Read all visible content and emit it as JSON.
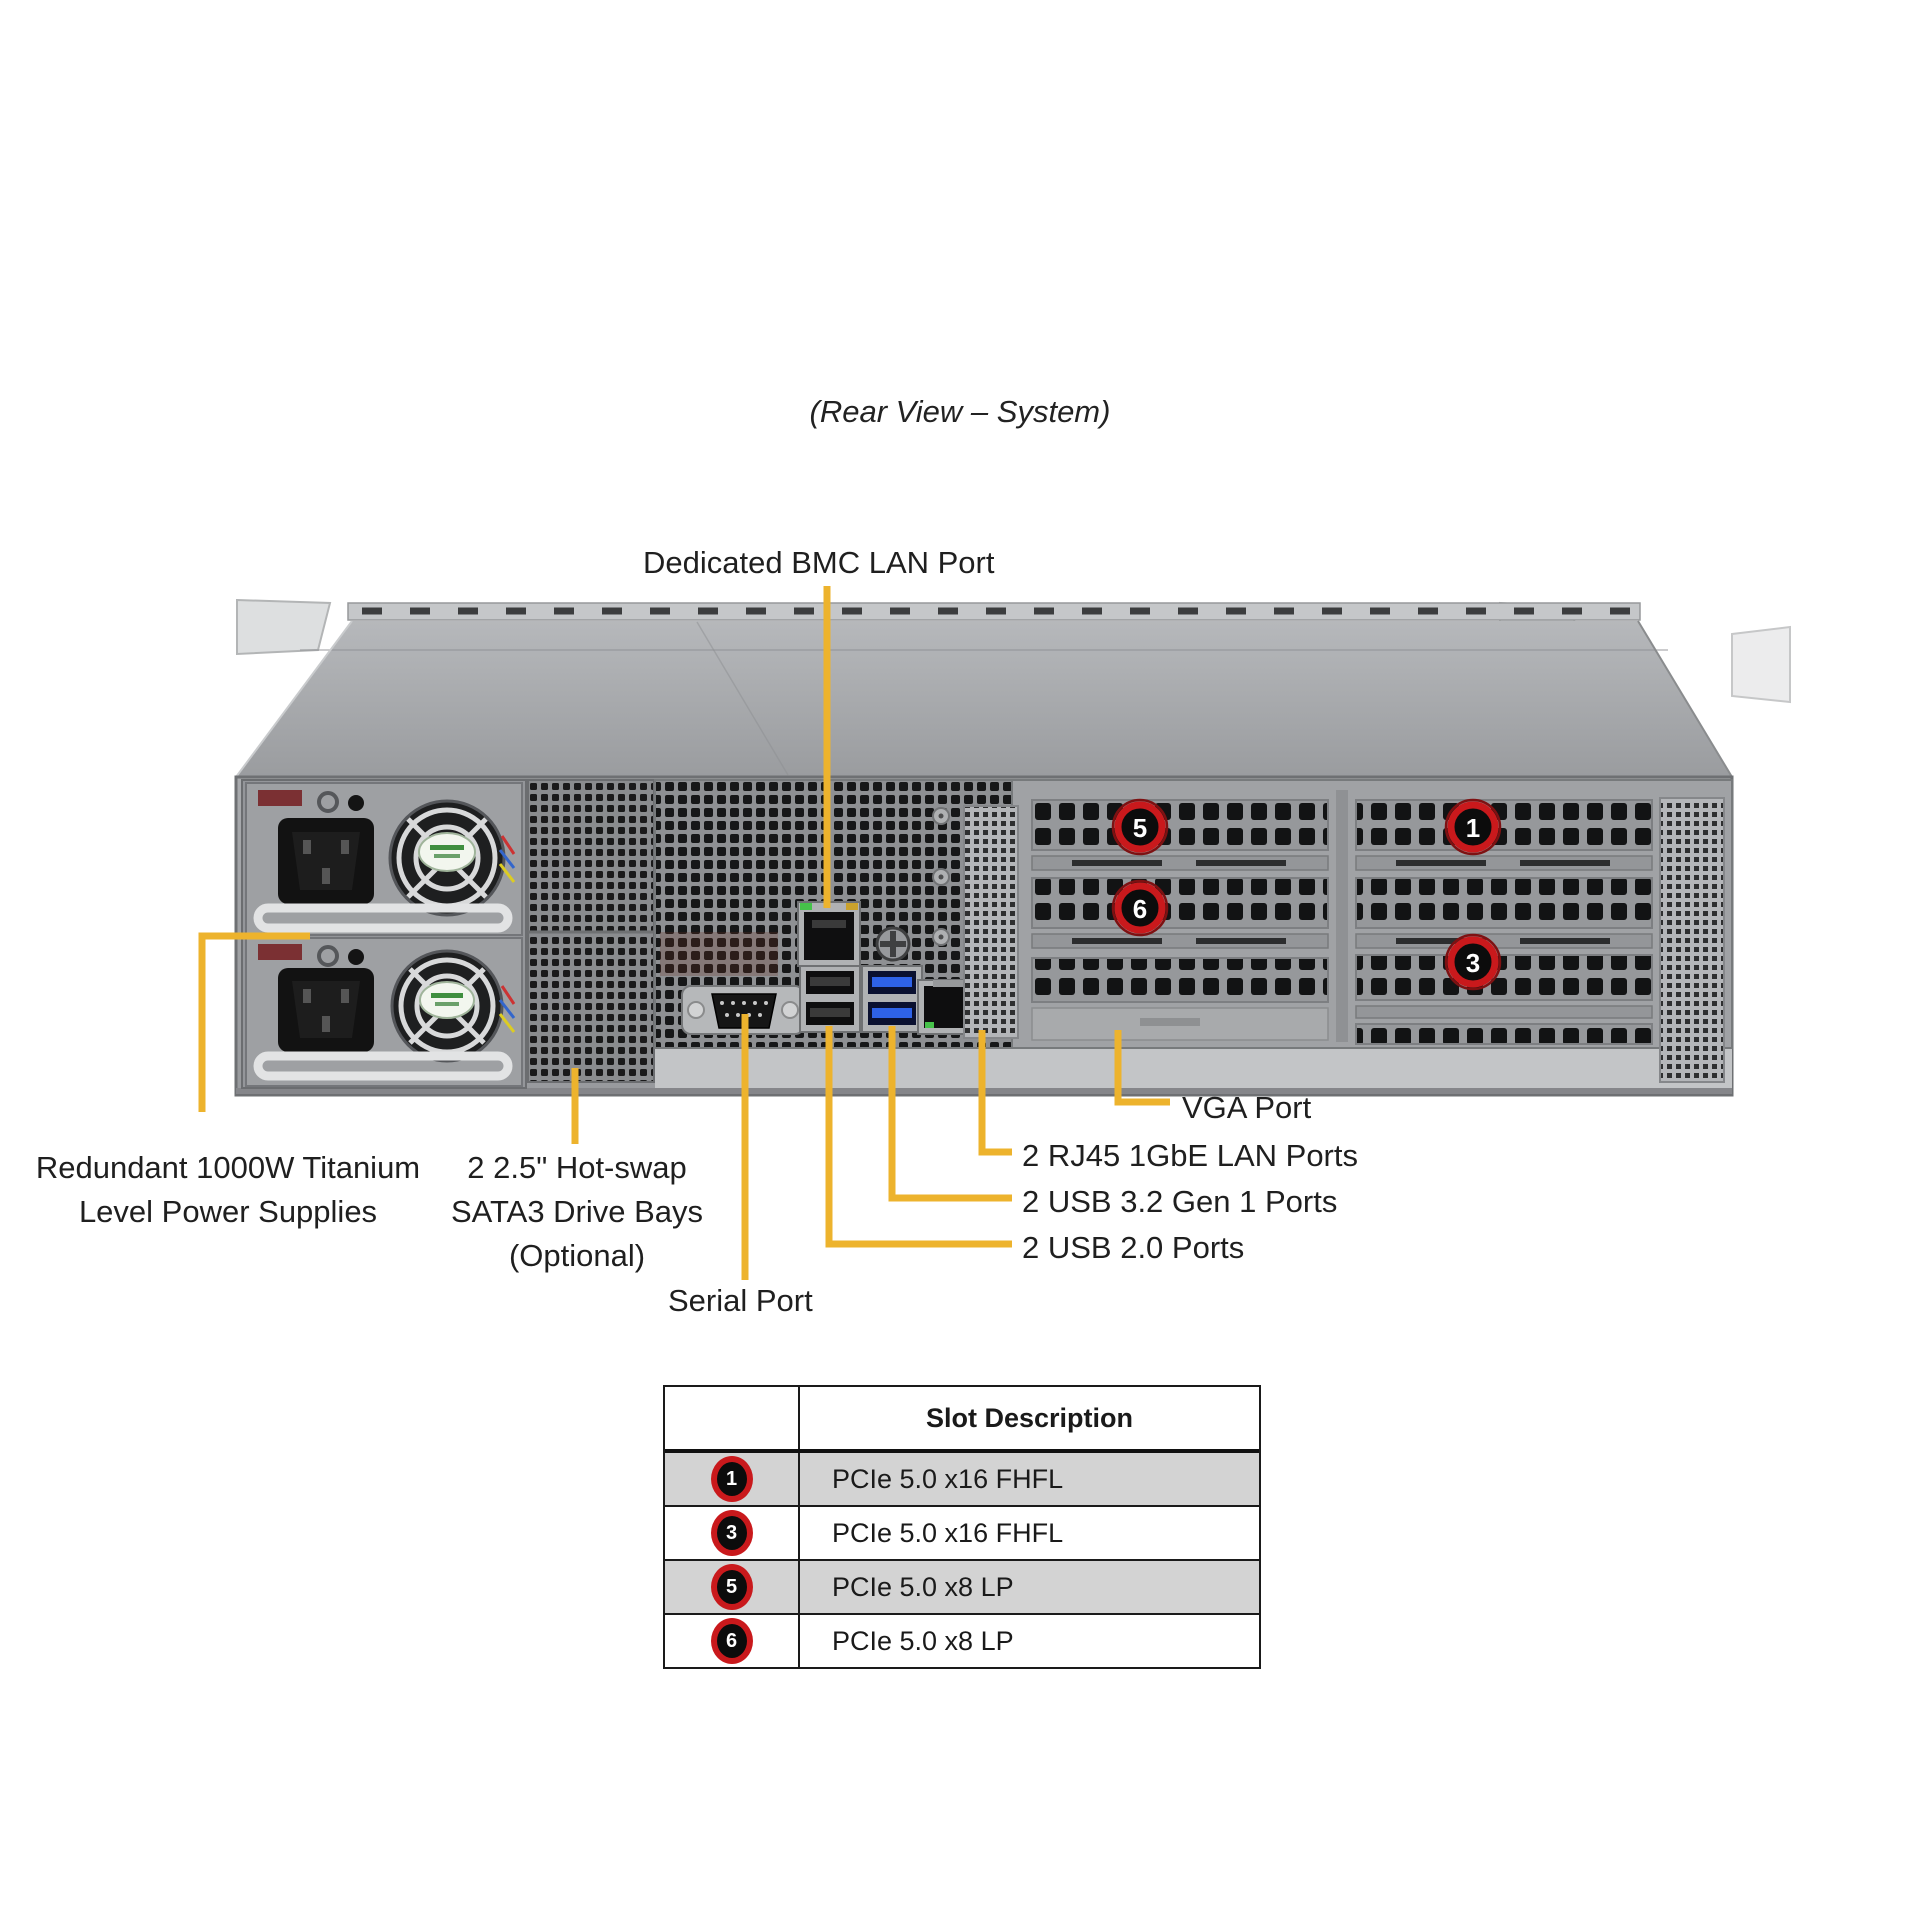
{
  "title": "(Rear View – System)",
  "callouts": {
    "bmc_lan": "Dedicated BMC LAN Port",
    "power_supplies": {
      "line1": "Redundant 1000W Titanium",
      "line2": "Level Power Supplies"
    },
    "drive_bays": {
      "line1": "2 2.5\" Hot-swap",
      "line2": "SATA3 Drive Bays",
      "line3": "(Optional)"
    },
    "serial": "Serial Port",
    "vga": "VGA Port",
    "lan": "2 RJ45 1GbE LAN Ports",
    "usb32": "2 USB 3.2 Gen 1 Ports",
    "usb20": "2 USB 2.0 Ports"
  },
  "markers": [
    {
      "number": "5"
    },
    {
      "number": "6"
    },
    {
      "number": "1"
    },
    {
      "number": "3"
    }
  ],
  "table": {
    "header": "Slot Description",
    "rows": [
      {
        "slot": "1",
        "description": "PCIe 5.0 x16 FHFL"
      },
      {
        "slot": "3",
        "description": "PCIe 5.0 x16 FHFL"
      },
      {
        "slot": "5",
        "description": "PCIe 5.0 x8 LP"
      },
      {
        "slot": "6",
        "description": "PCIe 5.0 x8 LP"
      }
    ]
  },
  "colors": {
    "leader_line": "#edb32d",
    "marker_ring": "#c9191c",
    "table_row_alt": "#d3d3d3",
    "usb3_blue": "#2e62e8",
    "vga_blue": "#3c5cc8"
  }
}
